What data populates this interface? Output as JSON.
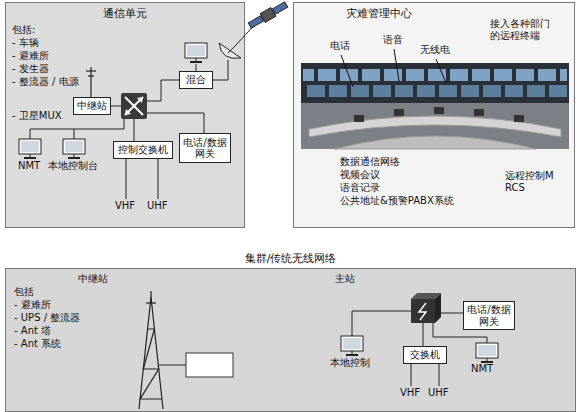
{
  "diagram": {
    "nodes": [
      {
        "text": [
          "通信单元"
        ]
      },
      {
        "text": [
          "中继站"
        ],
        "in": 0
      },
      {
        "text": [
          "混合"
        ],
        "in": 0
      },
      {
        "text": [
          "控制交换机"
        ],
        "in": 0
      },
      {
        "text": [
          "电话/数据网关"
        ],
        "in": 0
      },
      {
        "text": [
          "灾难管理中心"
        ]
      },
      {
        "text": [
          "集群/传统无线网络"
        ]
      },
      {
        "text": [
          "电话/数据网关"
        ],
        "in": 6
      },
      {
        "text": [
          "交换机"
        ],
        "in": 6
      }
    ],
    "labels": [
      "包括:",
      "- 车辆",
      "- 避难所",
      "- 发生器",
      "- 整流器 / 电源",
      "- 卫星MUX",
      "NMT",
      "本地控制台",
      "VHF",
      "UHF",
      "接入各种部门的远程终端",
      "电话",
      "语音",
      "无线电",
      "数据通信网络",
      "视频会议",
      "语音记录",
      "公共地址&预警PABX系统",
      "远程控制MRCS",
      "中继站",
      "包括",
      "- 避难所",
      "- UPS / 整流器",
      "- Ant 塔",
      "- Ant 系统",
      "主站",
      "本地控制",
      "NMT",
      "VHF",
      "UHF"
    ]
  }
}
